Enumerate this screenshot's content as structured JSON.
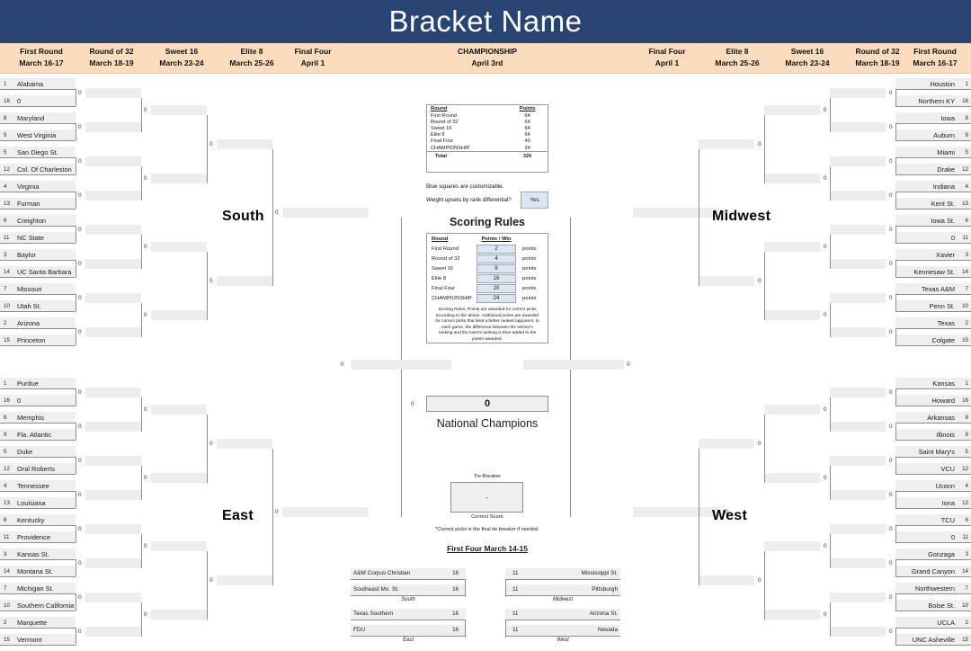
{
  "header": {
    "title": "Bracket Name",
    "rounds_left": [
      {
        "name": "First Round",
        "dates": "March 16-17"
      },
      {
        "name": "Round of 32",
        "dates": "March 18-19"
      },
      {
        "name": "Sweet 16",
        "dates": "March 23-24"
      },
      {
        "name": "Elite 8",
        "dates": "March 25-26"
      },
      {
        "name": "Final Four",
        "dates": "April 1"
      }
    ],
    "championship": {
      "name": "CHAMPIONSHIP",
      "dates": "April 3rd"
    },
    "rounds_right": [
      {
        "name": "Final Four",
        "dates": "April 1"
      },
      {
        "name": "Elite 8",
        "dates": "March 25-26"
      },
      {
        "name": "Sweet 16",
        "dates": "March 23-24"
      },
      {
        "name": "Round of 32",
        "dates": "March 18-19"
      },
      {
        "name": "First Round",
        "dates": "March 16-17"
      }
    ]
  },
  "regions": {
    "south": {
      "label": "South",
      "teams": [
        {
          "seed": "1",
          "name": "Alabama"
        },
        {
          "seed": "16",
          "name": "0"
        },
        {
          "seed": "8",
          "name": "Maryland"
        },
        {
          "seed": "9",
          "name": "West Virginia"
        },
        {
          "seed": "5",
          "name": "San Diego St."
        },
        {
          "seed": "12",
          "name": "Col. Of Charleston"
        },
        {
          "seed": "4",
          "name": "Virginia"
        },
        {
          "seed": "13",
          "name": "Furman"
        },
        {
          "seed": "6",
          "name": "Creighton"
        },
        {
          "seed": "11",
          "name": "NC State"
        },
        {
          "seed": "3",
          "name": "Baylor"
        },
        {
          "seed": "14",
          "name": "UC Santa Barbara"
        },
        {
          "seed": "7",
          "name": "Missouri"
        },
        {
          "seed": "10",
          "name": "Utah St."
        },
        {
          "seed": "2",
          "name": "Arizona"
        },
        {
          "seed": "15",
          "name": "Princeton"
        }
      ]
    },
    "east": {
      "label": "East",
      "teams": [
        {
          "seed": "1",
          "name": "Purdue"
        },
        {
          "seed": "16",
          "name": "0"
        },
        {
          "seed": "8",
          "name": "Memphis"
        },
        {
          "seed": "9",
          "name": "Fla. Atlantic"
        },
        {
          "seed": "5",
          "name": "Duke"
        },
        {
          "seed": "12",
          "name": "Oral Roberts"
        },
        {
          "seed": "4",
          "name": "Tennessee"
        },
        {
          "seed": "13",
          "name": "Louisiana"
        },
        {
          "seed": "6",
          "name": "Kentucky"
        },
        {
          "seed": "11",
          "name": "Providence"
        },
        {
          "seed": "3",
          "name": "Kansas St."
        },
        {
          "seed": "14",
          "name": "Montana St."
        },
        {
          "seed": "7",
          "name": "Michigan St."
        },
        {
          "seed": "10",
          "name": "Southern California"
        },
        {
          "seed": "2",
          "name": "Marquette"
        },
        {
          "seed": "15",
          "name": "Vermont"
        }
      ]
    },
    "midwest": {
      "label": "Midwest",
      "teams": [
        {
          "seed": "1",
          "name": "Houston"
        },
        {
          "seed": "16",
          "name": "Northern KY"
        },
        {
          "seed": "8",
          "name": "Iowa"
        },
        {
          "seed": "9",
          "name": "Auburn"
        },
        {
          "seed": "5",
          "name": "Miami"
        },
        {
          "seed": "12",
          "name": "Drake"
        },
        {
          "seed": "4",
          "name": "Indiana"
        },
        {
          "seed": "13",
          "name": "Kent St."
        },
        {
          "seed": "6",
          "name": "Iowa St."
        },
        {
          "seed": "11",
          "name": "0"
        },
        {
          "seed": "3",
          "name": "Xavier"
        },
        {
          "seed": "14",
          "name": "Kennesaw St."
        },
        {
          "seed": "7",
          "name": "Texas A&M"
        },
        {
          "seed": "10",
          "name": "Penn St."
        },
        {
          "seed": "2",
          "name": "Texas"
        },
        {
          "seed": "15",
          "name": "Colgate"
        }
      ]
    },
    "west": {
      "label": "West",
      "teams": [
        {
          "seed": "1",
          "name": "Kansas"
        },
        {
          "seed": "16",
          "name": "Howard"
        },
        {
          "seed": "8",
          "name": "Arkansas"
        },
        {
          "seed": "9",
          "name": "Illinois"
        },
        {
          "seed": "5",
          "name": "Saint Mary's"
        },
        {
          "seed": "12",
          "name": "VCU"
        },
        {
          "seed": "4",
          "name": "Uconn"
        },
        {
          "seed": "13",
          "name": "Iona"
        },
        {
          "seed": "6",
          "name": "TCU"
        },
        {
          "seed": "11",
          "name": "0"
        },
        {
          "seed": "3",
          "name": "Gonzaga"
        },
        {
          "seed": "14",
          "name": "Grand Canyon"
        },
        {
          "seed": "7",
          "name": "Northwestern"
        },
        {
          "seed": "10",
          "name": "Boise St."
        },
        {
          "seed": "2",
          "name": "UCLA"
        },
        {
          "seed": "15",
          "name": "UNC Asheville"
        }
      ]
    }
  },
  "advance_score": "0",
  "points_table": {
    "col_round": "Round",
    "col_points": "Points",
    "rows": [
      {
        "round": "First Round",
        "points": "64"
      },
      {
        "round": "Round of 32",
        "points": "64"
      },
      {
        "round": "Sweet 16",
        "points": "64"
      },
      {
        "round": "Elite 8",
        "points": "64"
      },
      {
        "round": "Final Four",
        "points": "40"
      },
      {
        "round": "CHAMPIONSHIP",
        "points": "24"
      }
    ],
    "total_label": "Total",
    "total_value": "320"
  },
  "notes": {
    "blue_squares": "Blue squares are customizable.",
    "weight_question": "Weight upsets by rank differential?",
    "weight_value": "Yes"
  },
  "scoring": {
    "title": "Scoring Rules",
    "col_round": "Round",
    "col_points": "Points / Win",
    "unit": "points",
    "rows": [
      {
        "round": "First Round",
        "value": "2"
      },
      {
        "round": "Round of 32",
        "value": "4"
      },
      {
        "round": "Sweet 16",
        "value": "8"
      },
      {
        "round": "Elite 8",
        "value": "16"
      },
      {
        "round": "Final Four",
        "value": "20"
      },
      {
        "round": "CHAMPIONSHIP",
        "value": "24"
      }
    ],
    "note": "Scoring Rules: Points are awarded for correct picks according to the above. Additional points are awarded for correct picks that beat a better ranked opponent. In each game, the difference between the winner's ranking and the loser's ranking is then added to the points awarded."
  },
  "champion": {
    "value": "0",
    "label": "National Champions",
    "tiebreaker_label": "Tie-Breaker",
    "tiebreaker_value": "-",
    "correct_score_label": "Correct Score",
    "tiebreaker_note": "*Correct picks is the final tie breaker if needed."
  },
  "first_four": {
    "title": "First Four March 14-15",
    "games": [
      {
        "region": "South",
        "teams": [
          {
            "name": "A&M Corpus Christian",
            "seed": "16"
          },
          {
            "name": "Southeast Mo. St.",
            "seed": "16"
          }
        ]
      },
      {
        "region": "Midwest",
        "teams": [
          {
            "name": "Mississippi St.",
            "seed": "11"
          },
          {
            "name": "Pittsburgh",
            "seed": "11"
          }
        ]
      },
      {
        "region": "East",
        "teams": [
          {
            "name": "Texas Southern",
            "seed": "16"
          },
          {
            "name": "FDU",
            "seed": "16"
          }
        ]
      },
      {
        "region": "West",
        "teams": [
          {
            "name": "Arizona St.",
            "seed": "11"
          },
          {
            "name": "Nevada",
            "seed": "11"
          }
        ]
      }
    ]
  },
  "colors": {
    "header_bg": "#274472",
    "round_bar_bg": "#fbdcbd",
    "slot_bg": "#efefef",
    "accent_blue": "#dce6f1"
  }
}
